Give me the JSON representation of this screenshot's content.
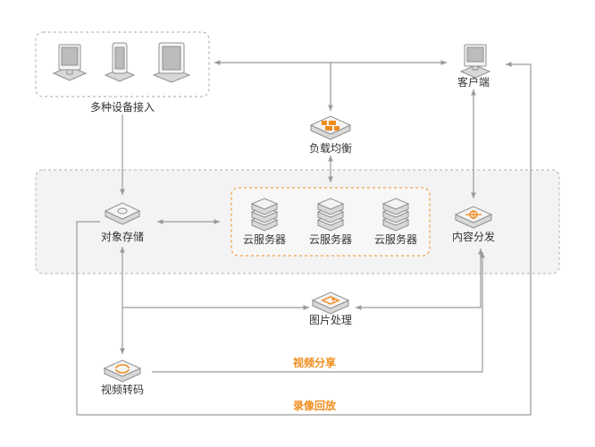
{
  "nodes": {
    "devices": "多种设备接入",
    "client": "客户端",
    "load_balancer": "负载均衡",
    "object_storage": "对象存储",
    "cloud_server_1": "云服务器",
    "cloud_server_2": "云服务器",
    "cloud_server_3": "云服务器",
    "content_delivery": "内容分发",
    "image_processing": "图片处理",
    "video_transcoding": "视频转码"
  },
  "edges": {
    "video_share": "视频分享",
    "recording_playback": "录像回放"
  },
  "colors": {
    "accent": "#f08c1e",
    "connector": "#9a9a9a",
    "panel_fill": "#f3f3f3",
    "label": "#333333"
  },
  "icons": {
    "devices": [
      "monitor-icon",
      "phone-icon",
      "tablet-icon"
    ],
    "client": "desktop-icon",
    "load_balancer": "load-balancer-icon",
    "object_storage": "storage-box-icon",
    "cloud_server": "server-stack-icon",
    "content_delivery": "cdn-hub-icon",
    "image_processing": "image-icon",
    "video_transcoding": "transcode-icon"
  }
}
